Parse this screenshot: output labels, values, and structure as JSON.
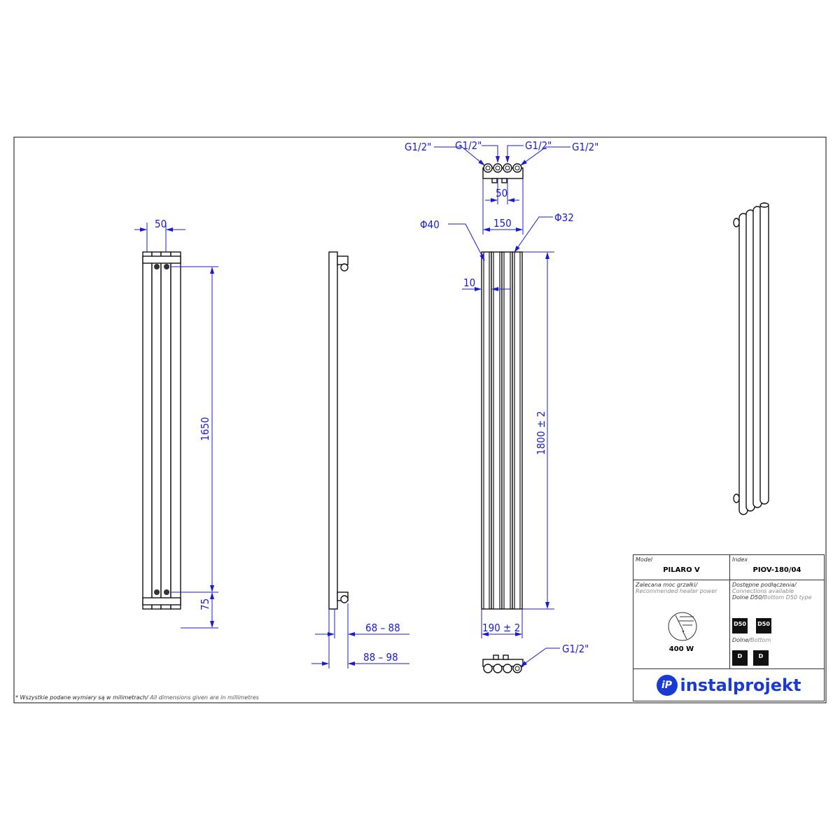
{
  "dimensions": {
    "front_width": "50",
    "mount_spacing": "1650",
    "bottom_offset": "75",
    "wall_dist_1": "68 – 88",
    "wall_dist_2": "88 – 98",
    "connection_1": "G1/2\"",
    "connection_2": "G1/2\"",
    "connection_3": "G1/2\"",
    "connection_4": "G1/2\"",
    "connection_bottom": "G1/2\"",
    "top_spacing": "50",
    "total_width": "150",
    "tube_outer": "Φ40",
    "tube_inner": "Φ32",
    "gap": "10",
    "height": "1800  ± 2",
    "width_tol": "190  ± 2"
  },
  "title_block": {
    "model_label": "Model",
    "model_value": "PILARO V",
    "index_label": "Index",
    "index_value": "PIOV-180/04",
    "power_label_pl": "Zalecana moc grzałki/",
    "power_label_en": "Recommended heater power",
    "power_value": "400 W",
    "conn_label_pl": "Dostępne podłączenia/",
    "conn_label_en": "Connections available",
    "conn_d50_pl": "Dolne D50/",
    "conn_d50_en": "Bottom D50 type",
    "badge_d50_1": "D50",
    "badge_d50_2": "D50",
    "conn_bottom_pl": "Dolne/",
    "conn_bottom_en": "Bottom",
    "badge_d_1": "D",
    "badge_d_2": "D",
    "brand": "instalprojekt",
    "brand_color": "#1a3ad6"
  },
  "footnote_pl": "* Wszystkie podane wymiary są w milimetrach/",
  "footnote_en": " All dimensions given are in millimetres"
}
